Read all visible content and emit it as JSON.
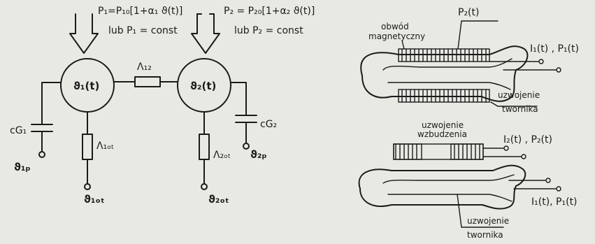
{
  "thermal": {
    "p1_formula": "P₁=P₁₀[1+α₁ ϑ(t)]",
    "p1_alt": "lub  P₁ = const",
    "p2_formula": "P₂ = P₂₀[1+α₂ ϑ(t)]",
    "p2_alt": "lub  P₂ = const",
    "node1_label": "ϑ₁(t)",
    "node2_label": "ϑ₂(t)",
    "lambda12_label": "Λ₁₂",
    "cg1_label": "cG₁",
    "cg2_label": "cG₂",
    "lambda1ot_label": "Λ₁ₒₜ",
    "lambda2ot_label": "Λ₂ₒₜ",
    "theta1p_label": "ϑ₁ₚ",
    "theta2p_label": "ϑ₂ₚ",
    "theta1ot_label": "ϑ₁ₒₜ",
    "theta2ot_label": "ϑ₂ₒₜ"
  },
  "device_top": {
    "magnetic_circuit_label_1": "obwód",
    "magnetic_circuit_label_2": "magnetyczny",
    "p2_label": "P₂(t)",
    "input_label": "I₁(t) , P₁(t)",
    "winding_label_1": "uzwojenie",
    "winding_label_2": "twornika"
  },
  "device_bottom": {
    "excitation_label_1": "uzwojenie",
    "excitation_label_2": "wzbudzenia",
    "input2_label": "I₂(t) , P₂(t)",
    "input1_label": "I₁(t), P₁(t)",
    "winding_label_1": "uzwojenie",
    "winding_label_2": "twornika"
  }
}
